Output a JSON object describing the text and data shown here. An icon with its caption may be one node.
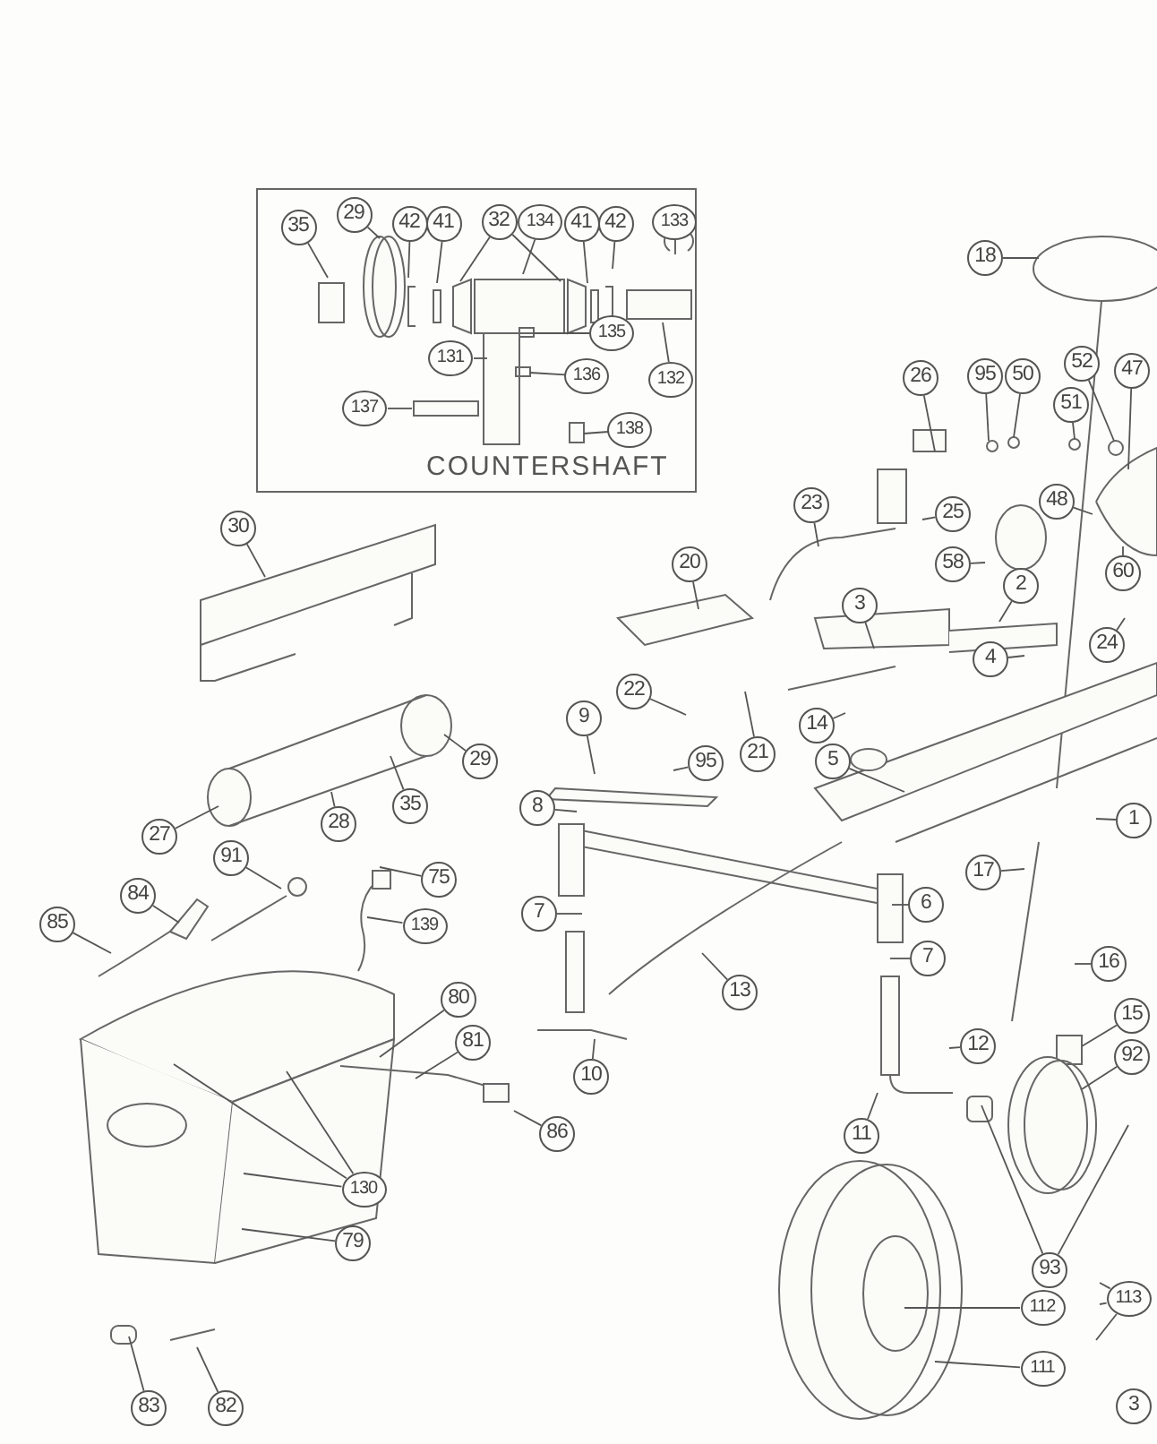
{
  "diagram": {
    "nodes": [
      {
        "text": [
          "COUNTERSHAFT"
        ]
      },
      {
        "text": [
          "35"
        ],
        "in": 0
      },
      {
        "text": [
          "29"
        ],
        "in": 0
      },
      {
        "text": [
          "42"
        ],
        "in": 0
      },
      {
        "text": [
          "41"
        ],
        "in": 0
      },
      {
        "text": [
          "32"
        ],
        "in": 0
      },
      {
        "text": [
          "134"
        ],
        "in": 0
      },
      {
        "text": [
          "41"
        ],
        "in": 0
      },
      {
        "text": [
          "42"
        ],
        "in": 0
      },
      {
        "text": [
          "133"
        ],
        "in": 0
      },
      {
        "text": [
          "135"
        ],
        "in": 0
      },
      {
        "text": [
          "131"
        ],
        "in": 0
      },
      {
        "text": [
          "136"
        ],
        "in": 0
      },
      {
        "text": [
          "132"
        ],
        "in": 0
      },
      {
        "text": [
          "137"
        ],
        "in": 0
      },
      {
        "text": [
          "138"
        ],
        "in": 0
      },
      {
        "text": [
          "18"
        ]
      },
      {
        "text": [
          "26"
        ]
      },
      {
        "text": [
          "95"
        ]
      },
      {
        "text": [
          "50"
        ]
      },
      {
        "text": [
          "52"
        ]
      },
      {
        "text": [
          "47"
        ]
      },
      {
        "text": [
          "51"
        ]
      },
      {
        "text": [
          "48"
        ]
      },
      {
        "text": [
          "23"
        ]
      },
      {
        "text": [
          "25"
        ]
      },
      {
        "text": [
          "30"
        ]
      },
      {
        "text": [
          "20"
        ]
      },
      {
        "text": [
          "58"
        ]
      },
      {
        "text": [
          "60"
        ]
      },
      {
        "text": [
          "2"
        ]
      },
      {
        "text": [
          "3"
        ]
      },
      {
        "text": [
          "24"
        ]
      },
      {
        "text": [
          "4"
        ]
      },
      {
        "text": [
          "22"
        ]
      },
      {
        "text": [
          "9"
        ]
      },
      {
        "text": [
          "14"
        ]
      },
      {
        "text": [
          "21"
        ]
      },
      {
        "text": [
          "29"
        ]
      },
      {
        "text": [
          "95"
        ]
      },
      {
        "text": [
          "5"
        ]
      },
      {
        "text": [
          "35"
        ]
      },
      {
        "text": [
          "8"
        ]
      },
      {
        "text": [
          "1"
        ]
      },
      {
        "text": [
          "28"
        ]
      },
      {
        "text": [
          "27"
        ]
      },
      {
        "text": [
          "91"
        ]
      },
      {
        "text": [
          "17"
        ]
      },
      {
        "text": [
          "75"
        ]
      },
      {
        "text": [
          "84"
        ]
      },
      {
        "text": [
          "6"
        ]
      },
      {
        "text": [
          "7"
        ]
      },
      {
        "text": [
          "85"
        ]
      },
      {
        "text": [
          "139"
        ]
      },
      {
        "text": [
          "7"
        ]
      },
      {
        "text": [
          "16"
        ]
      },
      {
        "text": [
          "13"
        ]
      },
      {
        "text": [
          "80"
        ]
      },
      {
        "text": [
          "15"
        ]
      },
      {
        "text": [
          "81"
        ]
      },
      {
        "text": [
          "12"
        ]
      },
      {
        "text": [
          "92"
        ]
      },
      {
        "text": [
          "10"
        ]
      },
      {
        "text": [
          "86"
        ]
      },
      {
        "text": [
          "11"
        ]
      },
      {
        "text": [
          "130"
        ]
      },
      {
        "text": [
          "79"
        ]
      },
      {
        "text": [
          "93"
        ]
      },
      {
        "text": [
          "113"
        ]
      },
      {
        "text": [
          "112"
        ]
      },
      {
        "text": [
          "111"
        ]
      },
      {
        "text": [
          "3"
        ]
      },
      {
        "text": [
          "83"
        ]
      },
      {
        "text": [
          "82"
        ]
      }
    ],
    "edges": [
      {
        "from": 1,
        "to": null,
        "arrow": "none"
      },
      {
        "from": 2,
        "to": null,
        "arrow": "none"
      },
      {
        "from": 3,
        "to": null,
        "arrow": "none"
      },
      {
        "from": 4,
        "to": null,
        "arrow": "none"
      },
      {
        "from": 5,
        "to": null,
        "arrow": "none"
      },
      {
        "from": 5,
        "to": null,
        "arrow": "none"
      },
      {
        "from": 6,
        "to": null,
        "arrow": "none"
      },
      {
        "from": 7,
        "to": null,
        "arrow": "none"
      },
      {
        "from": 8,
        "to": null,
        "arrow": "none"
      },
      {
        "from": 9,
        "to": null,
        "arrow": "none"
      },
      {
        "from": 10,
        "to": null,
        "arrow": "none"
      },
      {
        "from": 11,
        "to": null,
        "arrow": "none"
      },
      {
        "from": 12,
        "to": null,
        "arrow": "none"
      },
      {
        "from": 13,
        "to": null,
        "arrow": "none"
      },
      {
        "from": 14,
        "to": null,
        "arrow": "none"
      },
      {
        "from": 15,
        "to": null,
        "arrow": "none"
      },
      {
        "from": 16,
        "to": null,
        "arrow": "none"
      },
      {
        "from": 17,
        "to": null,
        "arrow": "none"
      },
      {
        "from": 18,
        "to": null,
        "arrow": "none"
      },
      {
        "from": 19,
        "to": null,
        "arrow": "none"
      },
      {
        "from": 20,
        "to": null,
        "arrow": "none"
      },
      {
        "from": 21,
        "to": null,
        "arrow": "none"
      },
      {
        "from": 22,
        "to": null,
        "arrow": "none"
      },
      {
        "from": 23,
        "to": null,
        "arrow": "none"
      },
      {
        "from": 24,
        "to": null,
        "arrow": "none"
      },
      {
        "from": 25,
        "to": null,
        "arrow": "none"
      },
      {
        "from": 26,
        "to": null,
        "arrow": "none"
      },
      {
        "from": 27,
        "to": null,
        "arrow": "none"
      },
      {
        "from": 28,
        "to": null,
        "arrow": "none"
      },
      {
        "from": 29,
        "to": null,
        "arrow": "none"
      },
      {
        "from": 30,
        "to": null,
        "arrow": "none"
      },
      {
        "from": 31,
        "to": null,
        "arrow": "none"
      },
      {
        "from": 32,
        "to": null,
        "arrow": "none"
      },
      {
        "from": 33,
        "to": null,
        "arrow": "none"
      },
      {
        "from": 34,
        "to": null,
        "arrow": "none"
      },
      {
        "from": 35,
        "to": null,
        "arrow": "none"
      },
      {
        "from": 36,
        "to": null,
        "arrow": "none"
      },
      {
        "from": 37,
        "to": null,
        "arrow": "none"
      },
      {
        "from": 38,
        "to": null,
        "arrow": "none"
      },
      {
        "from": 39,
        "to": null,
        "arrow": "none"
      },
      {
        "from": 40,
        "to": null,
        "arrow": "none"
      },
      {
        "from": 41,
        "to": null,
        "arrow": "none"
      },
      {
        "from": 42,
        "to": null,
        "arrow": "none"
      },
      {
        "from": 43,
        "to": null,
        "arrow": "none"
      },
      {
        "from": 44,
        "to": null,
        "arrow": "none"
      },
      {
        "from": 45,
        "to": null,
        "arrow": "none"
      },
      {
        "from": 46,
        "to": null,
        "arrow": "none"
      },
      {
        "from": 47,
        "to": null,
        "arrow": "none"
      },
      {
        "from": 48,
        "to": null,
        "arrow": "none"
      },
      {
        "from": 49,
        "to": null,
        "arrow": "none"
      },
      {
        "from": 50,
        "to": null,
        "arrow": "none"
      },
      {
        "from": 51,
        "to": null,
        "arrow": "none"
      },
      {
        "from": 52,
        "to": null,
        "arrow": "none"
      },
      {
        "from": 53,
        "to": null,
        "arrow": "none"
      },
      {
        "from": 54,
        "to": null,
        "arrow": "none"
      },
      {
        "from": 55,
        "to": null,
        "arrow": "none"
      },
      {
        "from": 56,
        "to": null,
        "arrow": "none"
      },
      {
        "from": 57,
        "to": null,
        "arrow": "none"
      },
      {
        "from": 58,
        "to": null,
        "arrow": "none"
      },
      {
        "from": 59,
        "to": null,
        "arrow": "none"
      },
      {
        "from": 60,
        "to": null,
        "arrow": "none"
      },
      {
        "from": 61,
        "to": null,
        "arrow": "none"
      },
      {
        "from": 62,
        "to": null,
        "arrow": "none"
      },
      {
        "from": 63,
        "to": null,
        "arrow": "none"
      },
      {
        "from": 64,
        "to": null,
        "arrow": "none"
      },
      {
        "from": 65,
        "to": null,
        "arrow": "none"
      },
      {
        "from": 65,
        "to": null,
        "arrow": "none"
      },
      {
        "from": 65,
        "to": null,
        "arrow": "none"
      },
      {
        "from": 66,
        "to": null,
        "arrow": "none"
      },
      {
        "from": 67,
        "to": null,
        "arrow": "none"
      },
      {
        "from": 67,
        "to": null,
        "arrow": "none"
      },
      {
        "from": 68,
        "to": null,
        "arrow": "none"
      },
      {
        "from": 68,
        "to": null,
        "arrow": "none"
      },
      {
        "from": 68,
        "to": null,
        "arrow": "none"
      },
      {
        "from": 69,
        "to": null,
        "arrow": "none"
      },
      {
        "from": 70,
        "to": null,
        "arrow": "none"
      },
      {
        "from": 72,
        "to": null,
        "arrow": "none"
      },
      {
        "from": 73,
        "to": null,
        "arrow": "none"
      }
    ]
  }
}
